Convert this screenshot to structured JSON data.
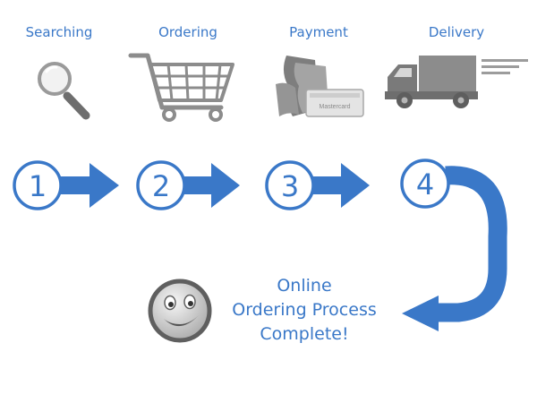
{
  "colors": {
    "accent": "#3a78c8",
    "icon_gray": "#8c8c8c",
    "icon_dark": "#6e6e6e"
  },
  "steps": [
    {
      "number": "1",
      "label": "Searching",
      "icon": "magnifier-icon"
    },
    {
      "number": "2",
      "label": "Ordering",
      "icon": "shopping-cart-icon"
    },
    {
      "number": "3",
      "label": "Payment",
      "icon": "payment-cash-card-icon"
    },
    {
      "number": "4",
      "label": "Delivery",
      "icon": "delivery-truck-icon"
    }
  ],
  "card_text": "Mastercard",
  "final": {
    "icon": "smiley-face-icon",
    "lines": [
      "Online",
      "Ordering Process",
      "Complete!"
    ]
  }
}
